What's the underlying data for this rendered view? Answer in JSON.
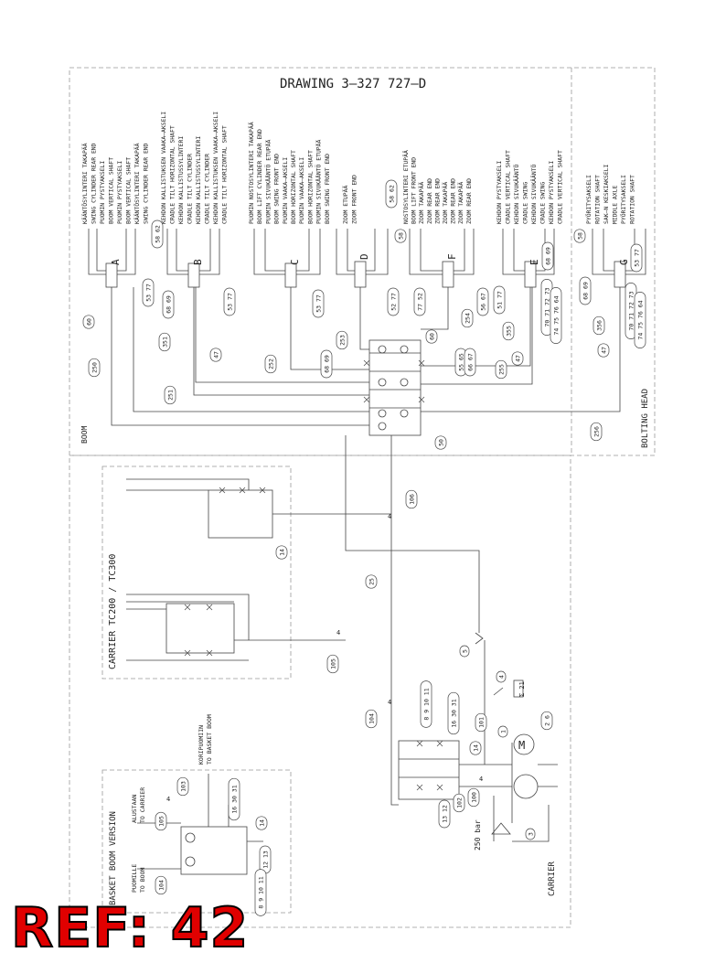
{
  "drawing_title": "DRAWING  3–327 727–D",
  "ref_label": "REF: 42",
  "zones": {
    "boom": "BOOM",
    "bolting_head": "BOLTING HEAD",
    "carrier_tc": "CARRIER TC200 / TC300",
    "basket": "BASKET BOOM VERSION",
    "carrier": "CARRIER"
  },
  "blocks": {
    "A": "A",
    "B": "B",
    "C": "C",
    "D": "D",
    "E": "E",
    "F": "F",
    "G": "G"
  },
  "labels_a": [
    "KÄÄNTÖSYLINTERI TAKAPÄÄ",
    "SWING CYLINDER REAR END",
    "PUOMIN PYSTYAKSELI",
    "BOOM VERTICAL SHAFT",
    "PUOMIN PYSTYAKSELI",
    "BOOM VERTICAL SHAFT",
    "KÄÄNTÖSYLINTERI TAKAPÄÄ",
    "SWING CYLINDER REAR END"
  ],
  "labels_b": [
    "KEHDON KALLISTUKSEN VAAKA–AKSELI",
    "CRADLE TILT HORIZONTAL SHAFT",
    "KEHDON KALLISTUSSYLINTERI",
    "CRADLE TILT CYLINDER",
    "KEHDON KALLISTUSSYLINTERI",
    "CRADLE TILT CYLINDER",
    "KEHDON KALLISTUKSEN VAAKA–AKSELI",
    "CRADLE TILT HORIZONTAL SHAFT"
  ],
  "labels_c": [
    "PUOMIN NOSTOSYLINTERI TAKAPÄÄ",
    "BOOM LIFT CYLINDER REAR END",
    "PUOMIN SIVUKÄÄNTÖ ETUPÄÄ",
    "BOOM SWING FRONT END",
    "PUOMIN VAAKA–AKSELI",
    "BOOM HORIZONTAL SHAFT",
    "PUOMIN VAAKA–AKSELI",
    "BOOM HORIZONTAL SHAFT",
    "PUOMIN SIVUKÄÄNTÖ ETUPÄÄ",
    "BOOM SWING FRONT END"
  ],
  "labels_d": [
    "ZOOM ETUPÄÄ",
    "ZOOM FRONT END"
  ],
  "labels_f": [
    "NOSTOSYLINTERI ETUPÄÄ",
    "BOOM LIFT FRONT END",
    "ZOOM TAKAPÄÄ",
    "ZOOM REAR END",
    "ZOOM REAR END",
    "ZOOM TAKAPÄÄ",
    "ZOOM REAR END",
    "ZOOM TAKAPÄÄ",
    "ZOOM REAR END"
  ],
  "labels_e": [
    "KEHDON PYSTYAKSELI",
    "CRADLE VERTICAL SHAFT",
    "KEHDON SIVUKÄÄNTÖ",
    "CRADLE SWING",
    "KEHDON SIVUKÄÄNTÖ",
    "CRADLE SWING",
    "KEHDON PYSTYAKSELI",
    "CRADLE VERTICAL SHAFT"
  ],
  "labels_g": [
    "PYÖRITYSAKSELI",
    "ROTATION SHAFT",
    "SAK–N KESKIAKSELI",
    "MIDDLE AXLE",
    "PYÖRITYSAKSELI",
    "ROTATION SHAFT"
  ],
  "basket_texts": {
    "to_basket_fi": "KORIPUOMIIN",
    "to_basket_en": "TO BASKET BOOM",
    "from_carrier_fi": "ALUSTAAN",
    "from_carrier_en": "TO CARRIER",
    "to_boom_fi": "PUOMILLE",
    "to_boom_en": "TO BOOM"
  },
  "pressure_text": "250 bar",
  "motor_letter": "M",
  "bubbles": {
    "b60": "60",
    "b250": "250",
    "b251": "251",
    "b351": "351",
    "b47a": "47",
    "b252": "252",
    "b253": "253",
    "b6869c": "68 69",
    "b5862a": "58 62",
    "b5862b": "58 62",
    "b5377a": "53 77",
    "b6869a": "68 69",
    "b5377b": "53 77",
    "b5377c": "53 77",
    "b5277": "52 77",
    "b7752": "77 52",
    "b5667": "56 67",
    "b5177": "51 77",
    "b6869e": "68 69",
    "b7073a": "70 71 72 73",
    "b7476a": "74 75 76 64",
    "b60b": "60",
    "b254": "254",
    "b5565": "55 65",
    "b6667": "66 67",
    "b255": "255",
    "b47b": "47",
    "b355": "355",
    "b50": "50",
    "b58f": "58",
    "b5862c": "58",
    "b6869g": "68 69",
    "b5377g": "53 77",
    "b356": "356",
    "b47g": "47",
    "b7073g": "70 71 72 73",
    "b7476g": "74 75 76 64",
    "b256": "256",
    "b14a": "14",
    "b106": "106",
    "b25": "25",
    "b105": "105",
    "b104": "104",
    "b5": "5",
    "b4": "4",
    "b8911": "8 9 10 11",
    "b163031": "16 30 31",
    "b101": "101",
    "b1": "1",
    "b26": "2 6",
    "b14b": "14",
    "b100": "100",
    "b102": "102",
    "b1312": "13 12",
    "b3": "3",
    "b103": "103",
    "b1053": "105",
    "b1630": "16 30 31",
    "b14c": "14",
    "b1213": "12 13",
    "b8911b": "8 9 10 11",
    "b104b": "104"
  },
  "line_marks": {
    "m4a": "4",
    "m4b": "4",
    "m4c": "4",
    "m4d": "4",
    "m4e": "4"
  }
}
